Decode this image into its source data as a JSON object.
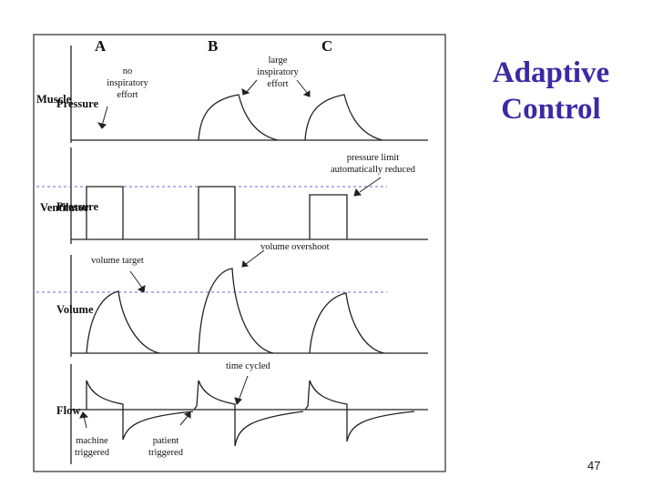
{
  "columns": [
    "A",
    "B",
    "C"
  ],
  "annotations": {
    "no_effort": "no\ninspiratory\neffort",
    "large_effort": "large\ninspiratory\neffort",
    "pressure_limit": "pressure limit\nautomatically reduced",
    "volume_target": "volume target",
    "volume_overshoot": "volume overshoot",
    "time_cycled": "time cycled",
    "machine_triggered": "machine\ntriggered",
    "patient_triggered": "patient\ntriggered"
  },
  "axes": {
    "muscle": "Muscle",
    "muscle_pressure": "Pressure",
    "ventilator": "Ventilator",
    "ventilator_pressure": "Pressure",
    "volume": "Volume",
    "flow": "Flow"
  },
  "title": {
    "line1": "Adaptive",
    "line2": "Control",
    "color": "#3a2aa6"
  },
  "page_number": "47"
}
